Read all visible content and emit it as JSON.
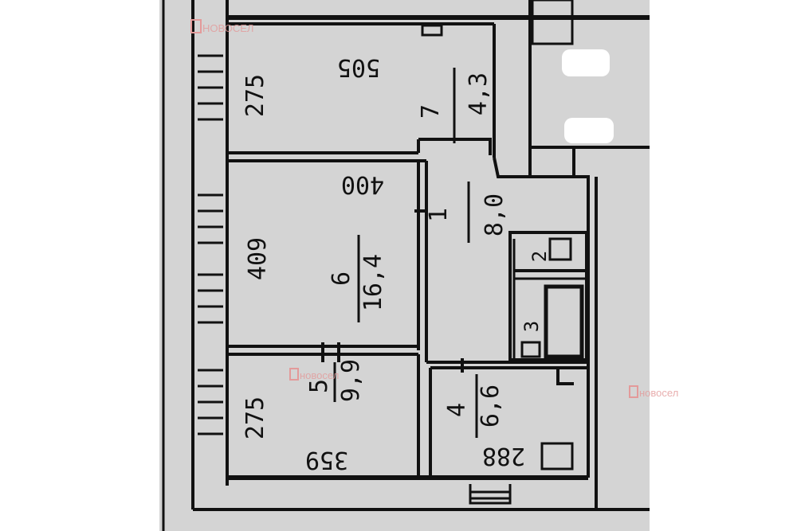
{
  "plan": {
    "rooms": [
      {
        "id": "room-7",
        "number": "7",
        "area": "4,3",
        "dim_h": "505",
        "dim_v": "275"
      },
      {
        "id": "room-6",
        "number": "6",
        "area": "16,4",
        "dim_h": "400",
        "dim_v": "409"
      },
      {
        "id": "room-1",
        "number": "1",
        "area": "8,0"
      },
      {
        "id": "room-2",
        "number": "2"
      },
      {
        "id": "room-3",
        "number": "3"
      },
      {
        "id": "room-5",
        "number": "5",
        "area": "9,9",
        "dim_h": "359",
        "dim_v": "275"
      },
      {
        "id": "room-4",
        "number": "4",
        "area": "6,6",
        "dim_h": "288"
      }
    ],
    "watermark": "новосел",
    "colors": {
      "paper": "#d4d4d4",
      "ink": "#111111",
      "watermark": "#e39a9a"
    }
  }
}
